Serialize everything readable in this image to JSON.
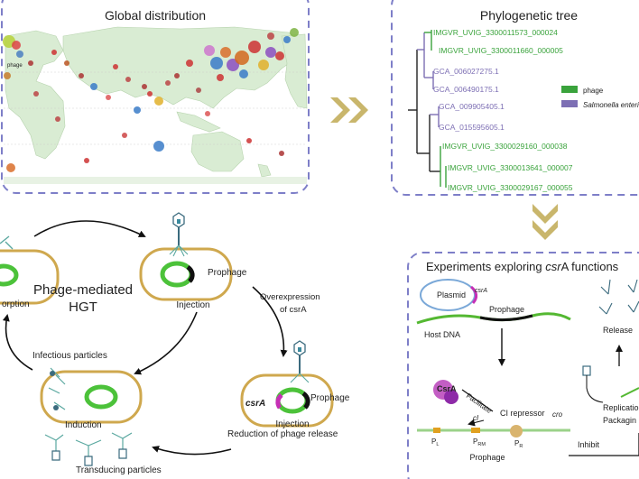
{
  "panels": {
    "map": {
      "title": "Global distribution",
      "small_label": "phage"
    },
    "tree": {
      "title": "Phylogenetic tree",
      "legend": [
        {
          "label": "phage",
          "color": "#3aa33c"
        },
        {
          "label": "Salmonella enteri",
          "color": "#7d6fb4"
        }
      ],
      "tips": [
        {
          "label": "IMGVR_UVIG_3300011573_000024",
          "group": "phage"
        },
        {
          "label": "IMGVR_UVIG_3300011660_000005",
          "group": "phage"
        },
        {
          "label": "GCA_006027275.1",
          "group": "salmonella"
        },
        {
          "label": "GCA_006490175.1",
          "group": "salmonella"
        },
        {
          "label": "GCA_009905405.1",
          "group": "salmonella"
        },
        {
          "label": "GCA_015595605.1",
          "group": "salmonella"
        },
        {
          "label": "IMGVR_UVIG_3300029160_000038",
          "group": "phage"
        },
        {
          "label": "IMGVR_UVIG_3300013641_000007",
          "group": "phage"
        },
        {
          "label": "IMGVR_UVIG_3300029167_000055",
          "group": "phage"
        }
      ]
    },
    "cycle": {
      "center_line1": "Phage-mediated",
      "center_line2": "HGT",
      "adsorption": "orption",
      "injection": "Injection",
      "prophage_top": "Prophage",
      "overexpression": "Overexpression",
      "overexpression_of": "of csrA",
      "csra_label": "csrA",
      "prophage_right": "Prophage",
      "injection_right": "Injection",
      "infectious": "Infectious particles",
      "induction": "Induction",
      "reduction": "Reduction of phage release",
      "transducing": "Transducing particles"
    },
    "experiments": {
      "title_prefix": "Experiments exploring ",
      "title_gene": "csr",
      "title_suffix": "A functions",
      "plasmid": "Plasmid",
      "plasmid_gene": "csrA",
      "prophage": "Prophage",
      "host_dna": "Host DNA",
      "csra_protein": "CsrA",
      "facilitate": "Facilitate",
      "ci": "cI",
      "ci_repressor": "CI repressor",
      "cro": "cro",
      "pl": "P",
      "pl_sub": "L",
      "prm": "P",
      "prm_sub": "RM",
      "pr": "P",
      "pr_sub": "R",
      "prophage_bottom": "Prophage",
      "inhibit": "Inhibit",
      "release": "Release",
      "replication": "Replicatio",
      "packaging": "Packagin"
    }
  }
}
